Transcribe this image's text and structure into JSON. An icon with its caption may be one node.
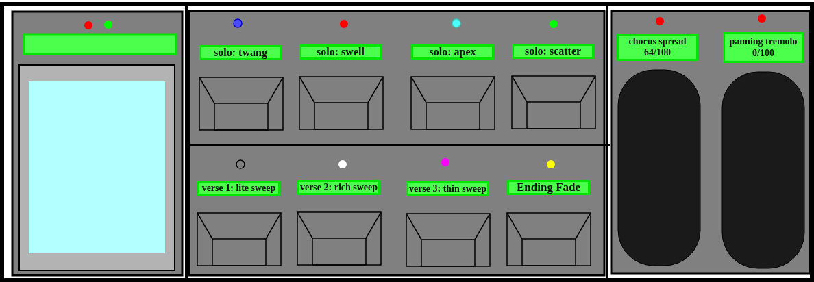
{
  "diagram": {
    "nodes": [
      {
        "text": [],
        "shape": "box"
      },
      {
        "text": [
          "solo: twang"
        ]
      },
      {
        "text": [
          "solo: swell"
        ]
      },
      {
        "text": [
          "solo: apex"
        ]
      },
      {
        "text": [
          "solo: scatter"
        ]
      },
      {
        "text": [
          "verse 1: lite sweep"
        ]
      },
      {
        "text": [
          "verse 2: rich sweep"
        ]
      },
      {
        "text": [
          "verse 3: thin sweep"
        ]
      },
      {
        "text": [
          "Ending Fade"
        ]
      },
      {
        "text": [
          "chorus spread",
          "64/100"
        ]
      },
      {
        "text": [],
        "shape": "box"
      },
      {
        "text": [
          "panning tremolo",
          "0/100"
        ]
      },
      {
        "text": [],
        "shape": "box"
      }
    ],
    "edges": []
  }
}
